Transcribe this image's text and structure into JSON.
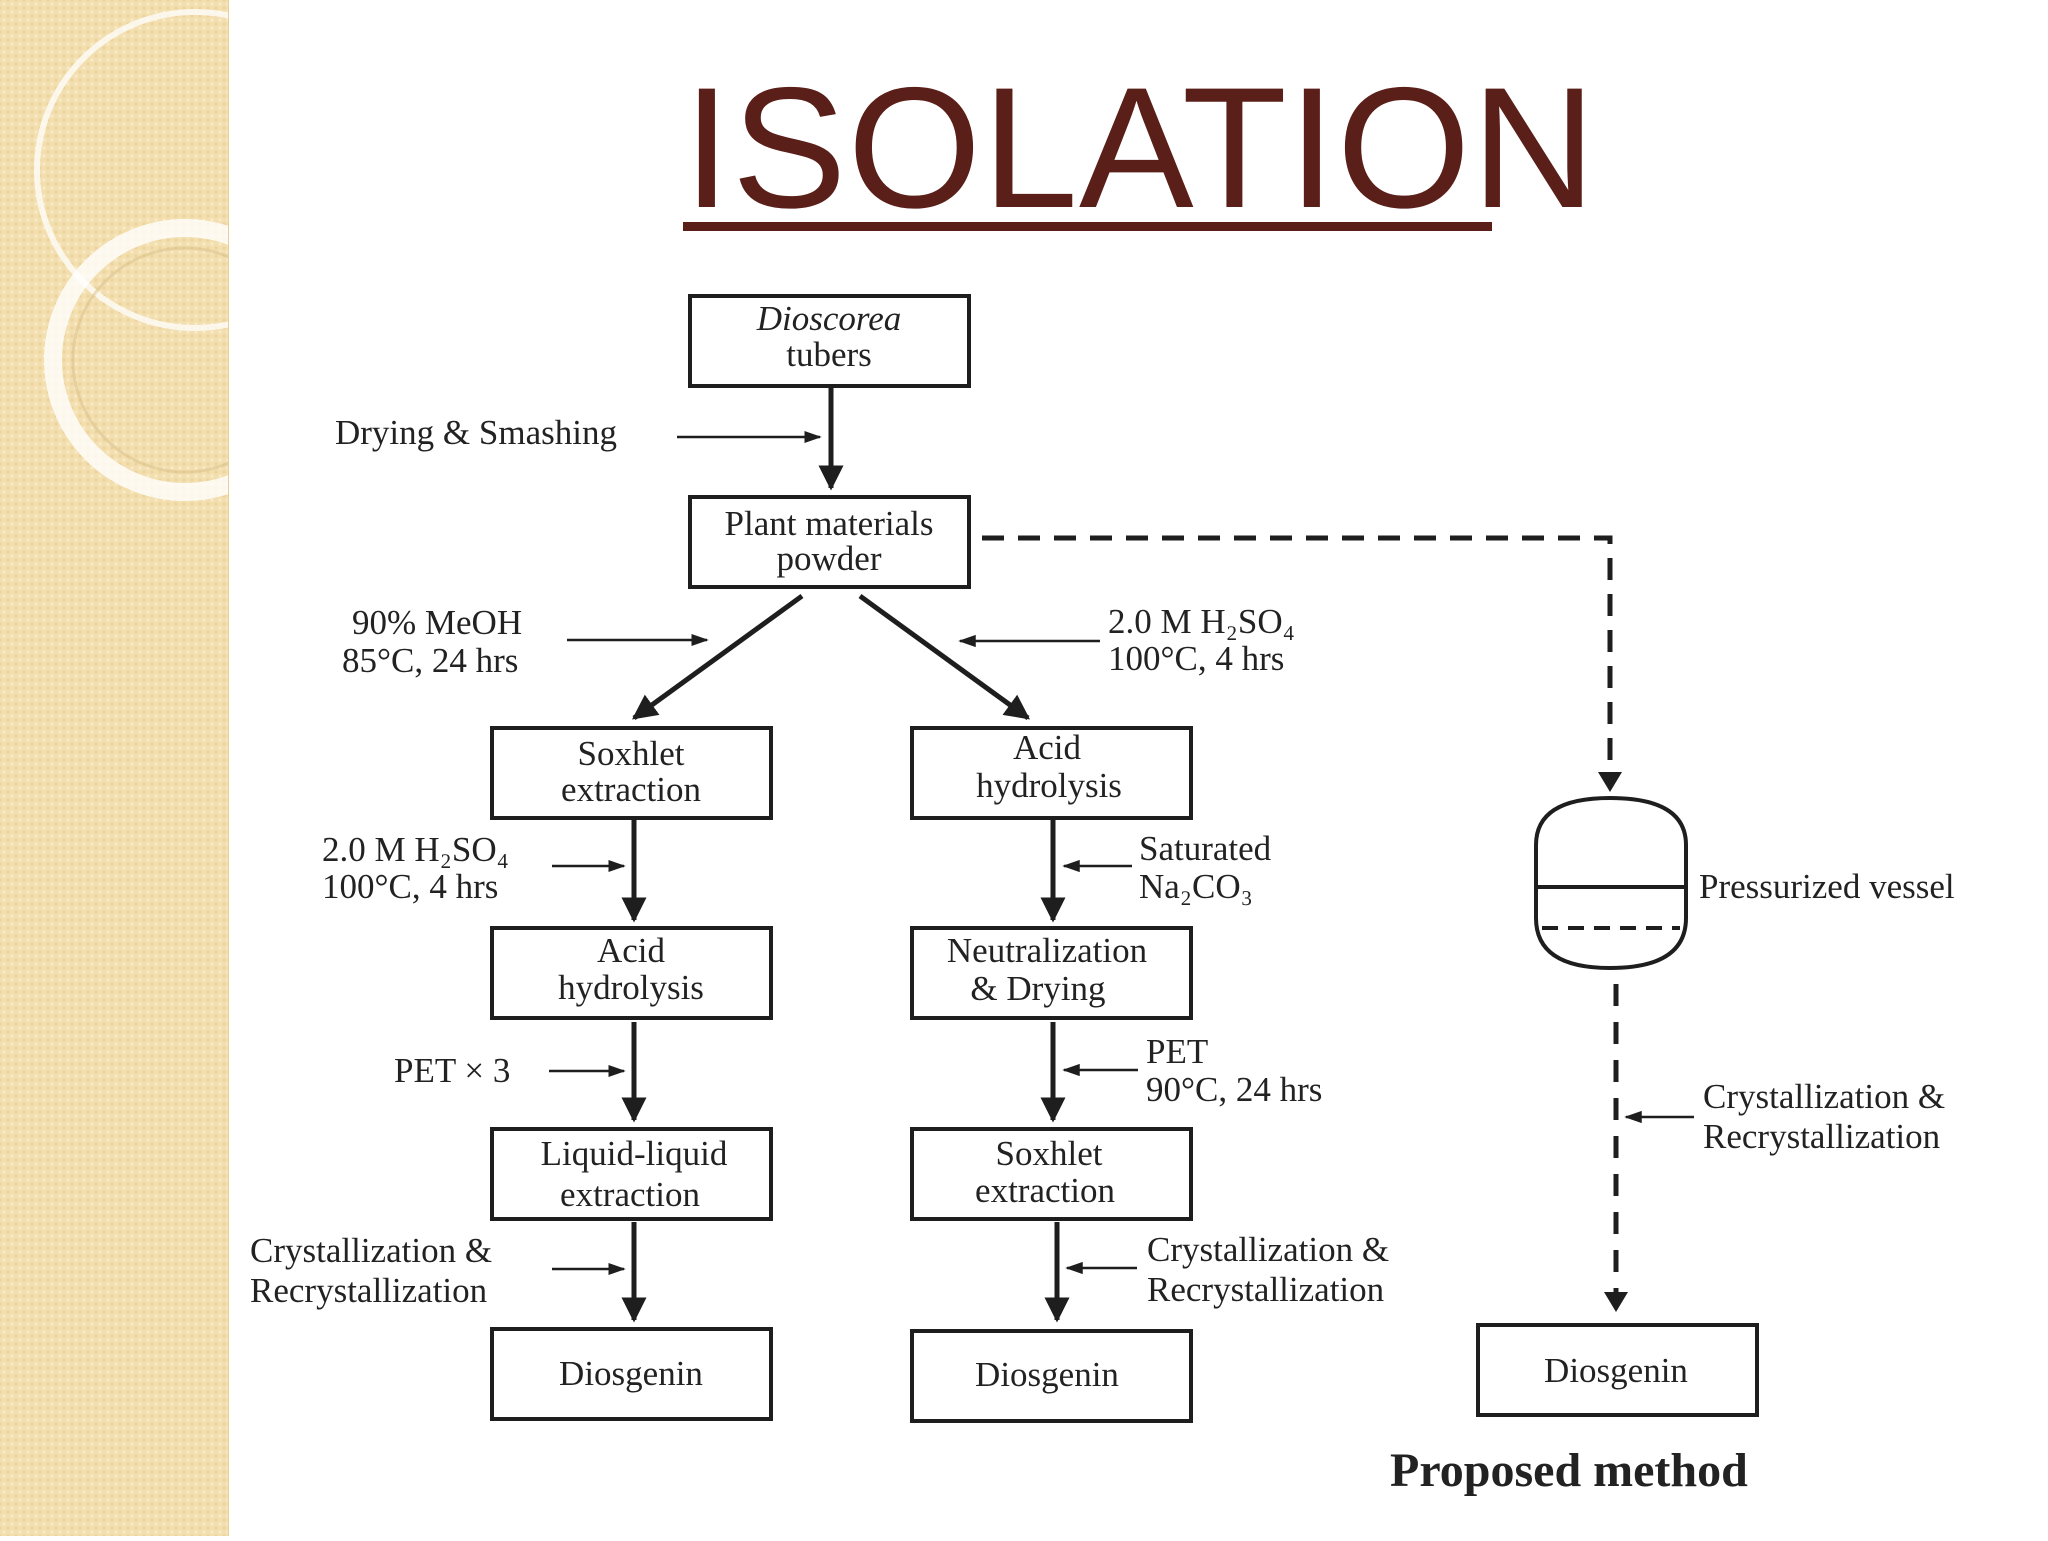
{
  "slide": {
    "title": "ISOLATION",
    "colors": {
      "title": "#5a1f18",
      "side_strip": "#f3deae",
      "diagram_ink": "#1e1e1e"
    }
  },
  "flowchart": {
    "start": {
      "line1": "Dioscorea",
      "line2": "tubers"
    },
    "step_drying": "Drying & Smashing",
    "powder": {
      "line1": "Plant materials",
      "line2": "powder"
    },
    "left_branch": {
      "condition": {
        "line1": "90% MeOH",
        "line2": "85°C, 24 hrs"
      },
      "soxhlet": {
        "line1": "Soxhlet",
        "line2": "extraction"
      },
      "acid_condition": {
        "line1": "2.0 M H₂SO₄",
        "line2": "100°C, 4 hrs"
      },
      "acid": {
        "line1": "Acid",
        "line2": "hydrolysis"
      },
      "pet": "PET × 3",
      "lle": {
        "line1": "Liquid-liquid",
        "line2": "extraction"
      },
      "cryst": {
        "line1": "Crystallization &",
        "line2": "Recrystallization"
      },
      "product": "Diosgenin"
    },
    "middle_branch": {
      "condition": {
        "line1": "2.0 M H₂SO₄",
        "line2": "100°C, 4 hrs"
      },
      "acid": {
        "line1": "Acid",
        "line2": "hydrolysis"
      },
      "neut_condition": {
        "line1": "Saturated",
        "line2": "Na₂CO₃"
      },
      "neutralization": {
        "line1": "Neutralization",
        "line2": "& Drying"
      },
      "pet_condition": {
        "line1": "PET",
        "line2": "90°C, 24 hrs"
      },
      "soxhlet": {
        "line1": "Soxhlet",
        "line2": "extraction"
      },
      "cryst": {
        "line1": "Crystallization &",
        "line2": "Recrystallization"
      },
      "product": "Diosgenin"
    },
    "proposed_branch": {
      "vessel_label": "Pressurized vessel",
      "cryst": {
        "line1": "Crystallization &",
        "line2": "Recrystallization"
      },
      "product": "Diosgenin",
      "caption": "Proposed method"
    }
  }
}
